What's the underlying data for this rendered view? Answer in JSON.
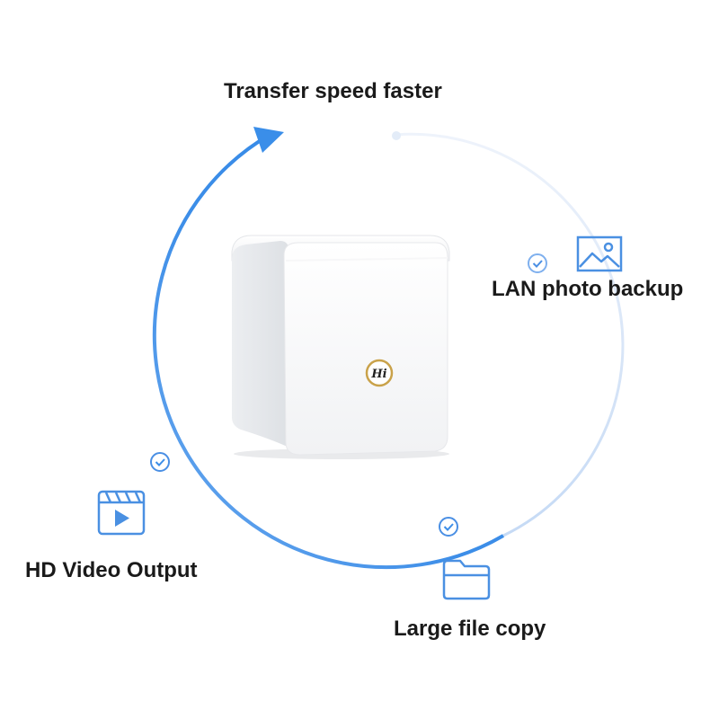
{
  "labels": {
    "transfer": "Transfer speed faster",
    "lan": "LAN photo backup",
    "video": "HD Video Output",
    "file": "Large file copy"
  },
  "device": {
    "logo_text": "Hi"
  },
  "colors": {
    "accent_blue": "#3d8ee8",
    "light_blue": "#dfe9f8",
    "icon_blue": "#4a90e2",
    "device_white": "#ffffff",
    "logo_gold": "#c9a24a"
  },
  "icons": [
    "image-icon",
    "film-play-icon",
    "folder-icon",
    "check-circle-icon"
  ]
}
